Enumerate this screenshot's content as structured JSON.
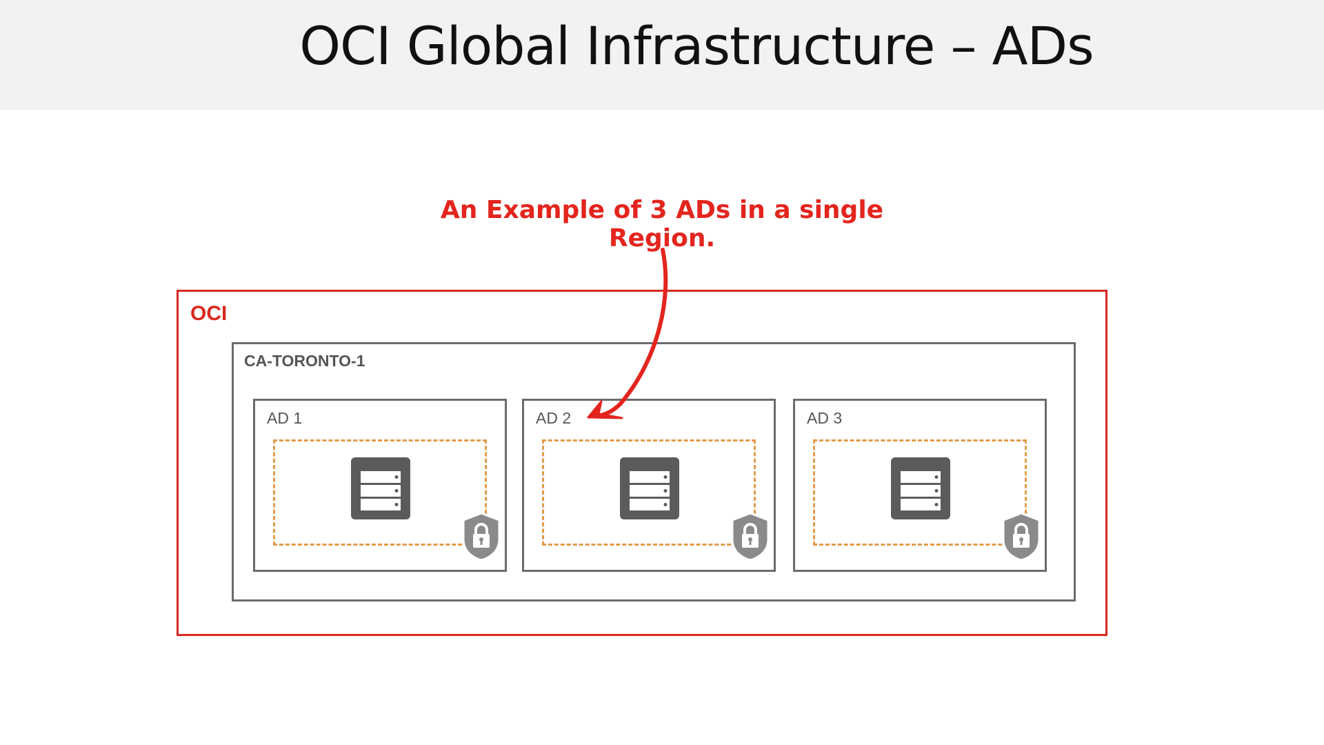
{
  "title": "OCI Global Infrastructure – ADs",
  "callout": "An Example of 3 ADs in a single Region.",
  "oci_label": "OCI",
  "region_label": "CA-TORONTO-1",
  "ads": [
    {
      "label": "AD 1"
    },
    {
      "label": "AD 2"
    },
    {
      "label": "AD 3"
    }
  ],
  "icons": {
    "server": "server-icon",
    "shield": "security-shield-lock-icon"
  },
  "colors": {
    "accent_red": "#d9281f",
    "callout_red": "#e3251e",
    "box_gray": "#6b6b6b",
    "dashed_orange": "#e39a4a",
    "icon_gray": "#5b5b5b",
    "title_bg": "#f2f2f2"
  }
}
